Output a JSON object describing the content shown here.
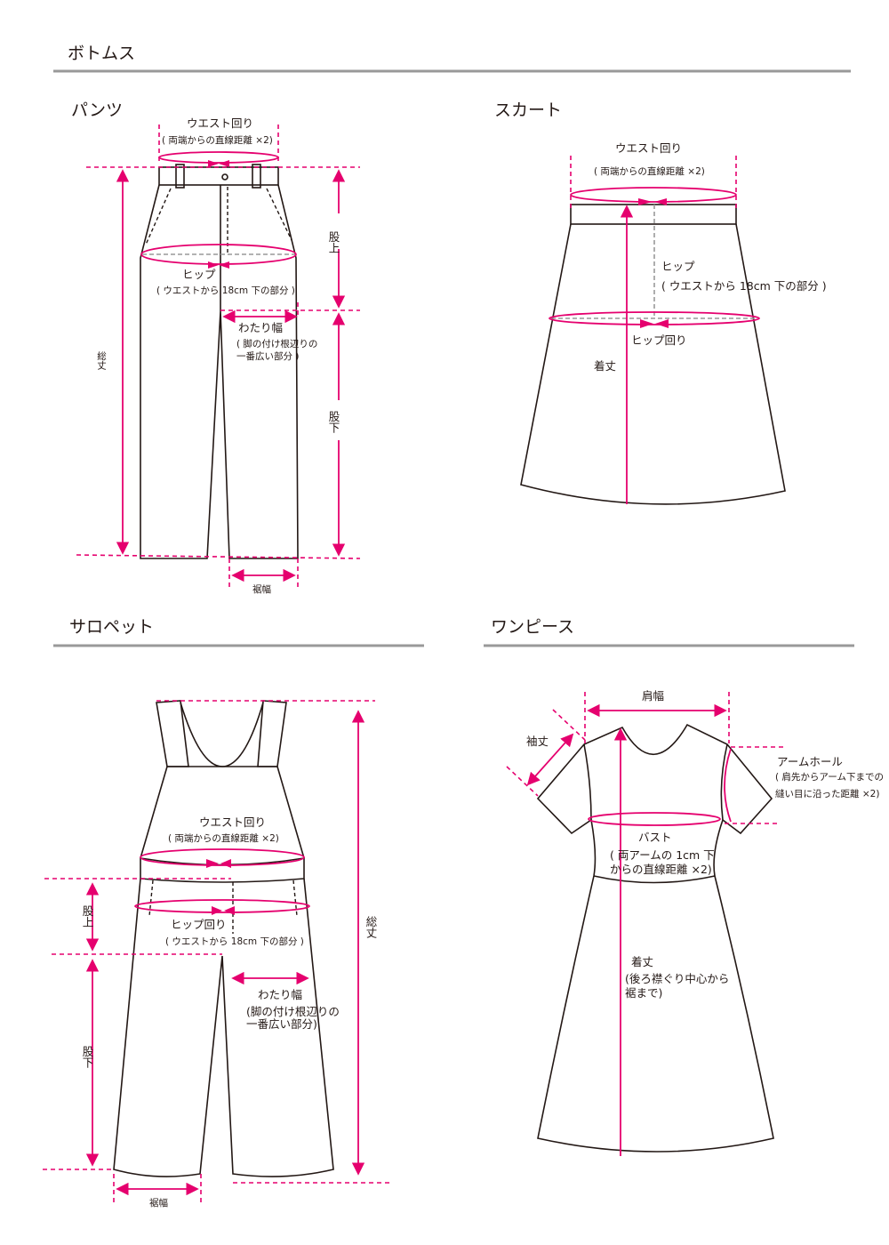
{
  "sections": {
    "bottoms": "ボトムス",
    "pants": "パンツ",
    "skirt": "スカート",
    "salopette": "サロペット",
    "onepiece": "ワンピース"
  },
  "pants": {
    "waist": "ウエスト回り",
    "waist_note": "( 両端からの直線距離 ×2)",
    "hip": "ヒップ",
    "hip_note": "( ウエストから 18cm 下の部分 )",
    "thigh": "わたり幅",
    "thigh_note1": "( 脚の付け根辺りの",
    "thigh_note2": "一番広い部分 )",
    "rise": "股上",
    "inseam": "股下",
    "total": "総丈",
    "hem": "裾幅"
  },
  "skirt": {
    "waist": "ウエスト回り",
    "waist_note": "( 両端からの直線距離 ×2)",
    "hip_note1": "ヒップ",
    "hip_note2": "( ウエストから 18cm 下の部分 )",
    "hip": "ヒップ回り",
    "length": "着丈"
  },
  "salopette": {
    "waist": "ウエスト回り",
    "waist_note": "( 両端からの直線距離 ×2)",
    "hip": "ヒップ回り",
    "hip_note": "( ウエストから 18cm 下の部分 )",
    "thigh": "わたり幅",
    "thigh_note1": "(脚の付け根辺りの",
    "thigh_note2": "一番広い部分)",
    "rise": "股上",
    "inseam": "股下",
    "total": "総丈",
    "hem": "裾幅"
  },
  "onepiece": {
    "shoulder": "肩幅",
    "sleeve": "袖丈",
    "armhole": "アームホール",
    "armhole_note1": "( 肩先からアーム下までの",
    "armhole_note2": "縫い目に沿った距離 ×2)",
    "bust": "バスト",
    "bust_note1": "( 両アームの 1cm 下",
    "bust_note2": "からの直線距離 ×2)",
    "length": "着丈",
    "length_note1": "(後ろ襟ぐり中心から",
    "length_note2": "裾まで)"
  },
  "colors": {
    "accent": "#e5006e",
    "outline": "#231815",
    "rule": "#999999"
  }
}
